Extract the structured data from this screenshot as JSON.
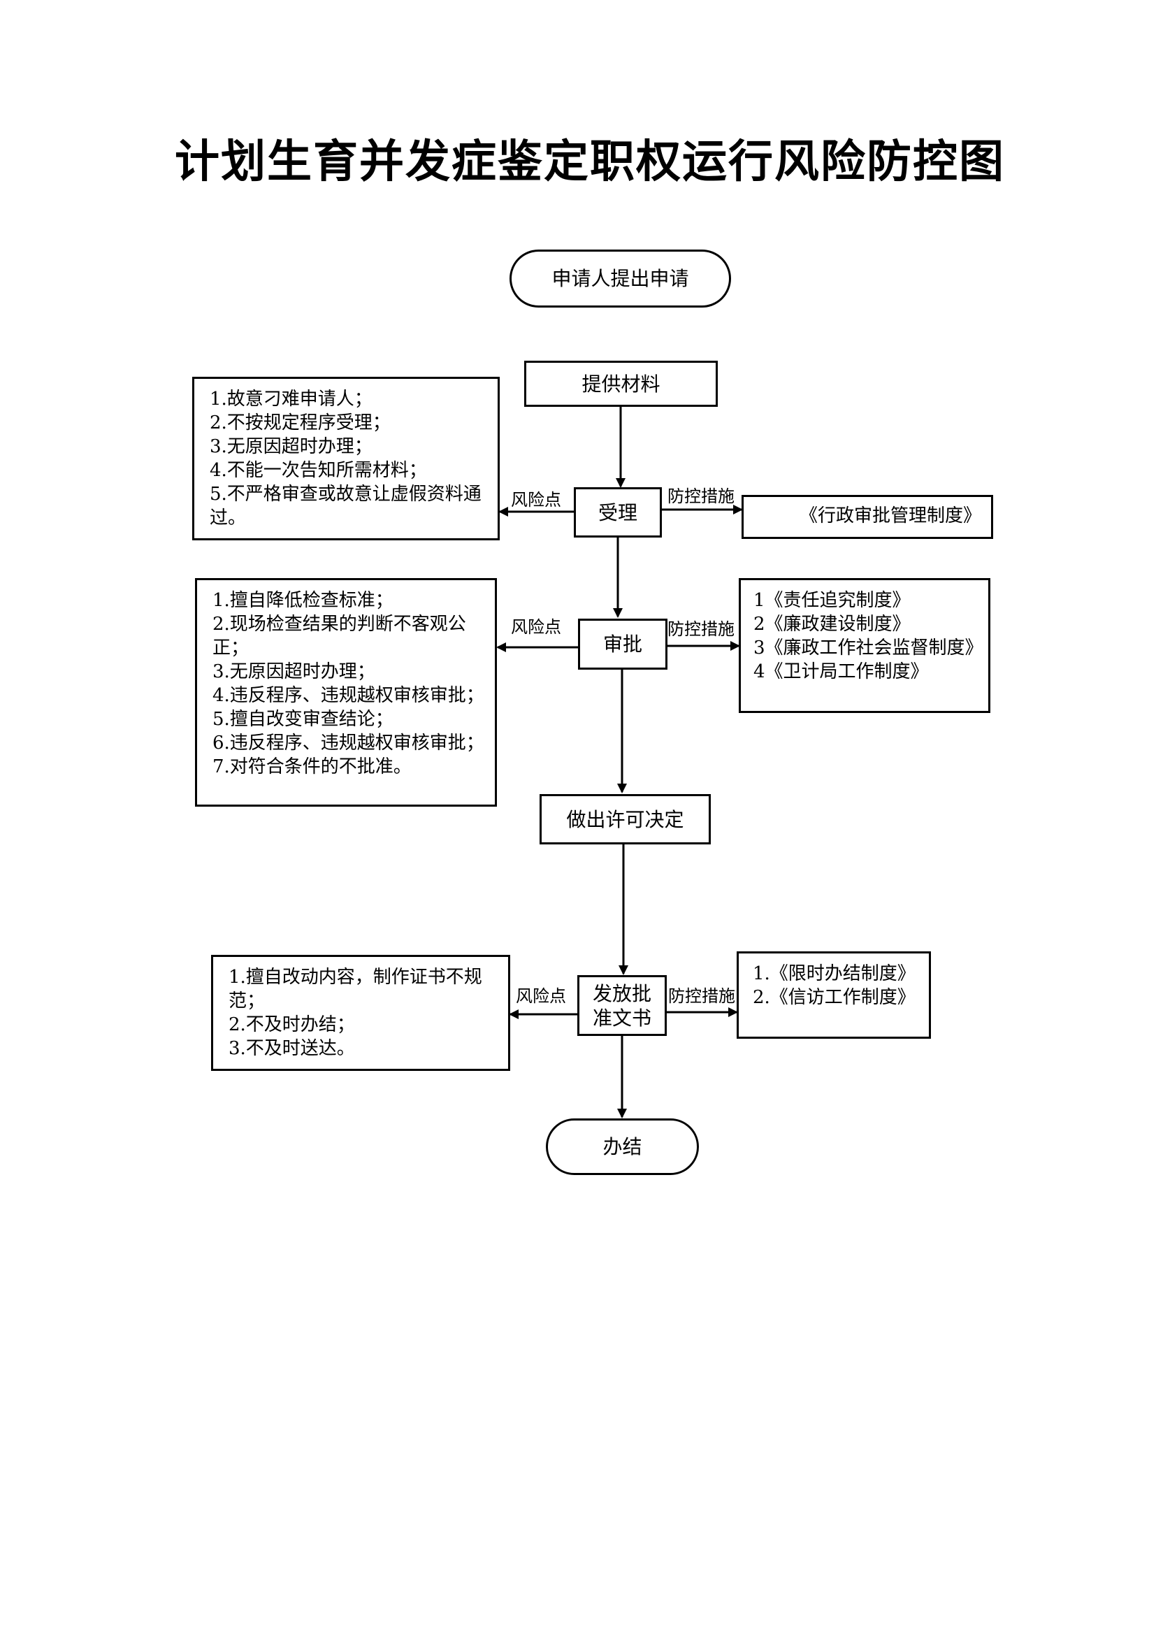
{
  "title": "计划生育并发症鉴定职权运行风险防控图",
  "nodes": {
    "start": "申请人提出申请",
    "materials": "提供材料",
    "accept": "受理",
    "approve": "审批",
    "decision": "做出许可决定",
    "issue_line1": "发放批",
    "issue_line2": "准文书",
    "end": "办结"
  },
  "edge_labels": {
    "risk": "风险点",
    "control": "防控措施"
  },
  "risks": {
    "accept": [
      "1.故意刁难申请人；",
      "2.不按规定程序受理；",
      "3.无原因超时办理；",
      "4.不能一次告知所需材料；",
      "5.不严格审查或故意让虚假资料通过。"
    ],
    "approve": [
      "1.擅自降低检查标准；",
      "2.现场检查结果的判断不客观公正；",
      "3.无原因超时办理；",
      "4.违反程序、违规越权审核审批；",
      "5.擅自改变审查结论；",
      "6.违反程序、违规越权审核审批；",
      "7.对符合条件的不批准。"
    ],
    "issue": [
      "1.擅自改动内容，制作证书不规范；",
      "2.不及时办结；",
      "3.不及时送达。"
    ]
  },
  "controls": {
    "accept": [
      "《行政审批管理制度》"
    ],
    "approve": [
      "1《责任追究制度》",
      "2《廉政建设制度》",
      "3《廉政工作社会监督制度》",
      "4《卫计局工作制度》"
    ],
    "issue": [
      "1.《限时办结制度》",
      "2.《信访工作制度》"
    ]
  }
}
